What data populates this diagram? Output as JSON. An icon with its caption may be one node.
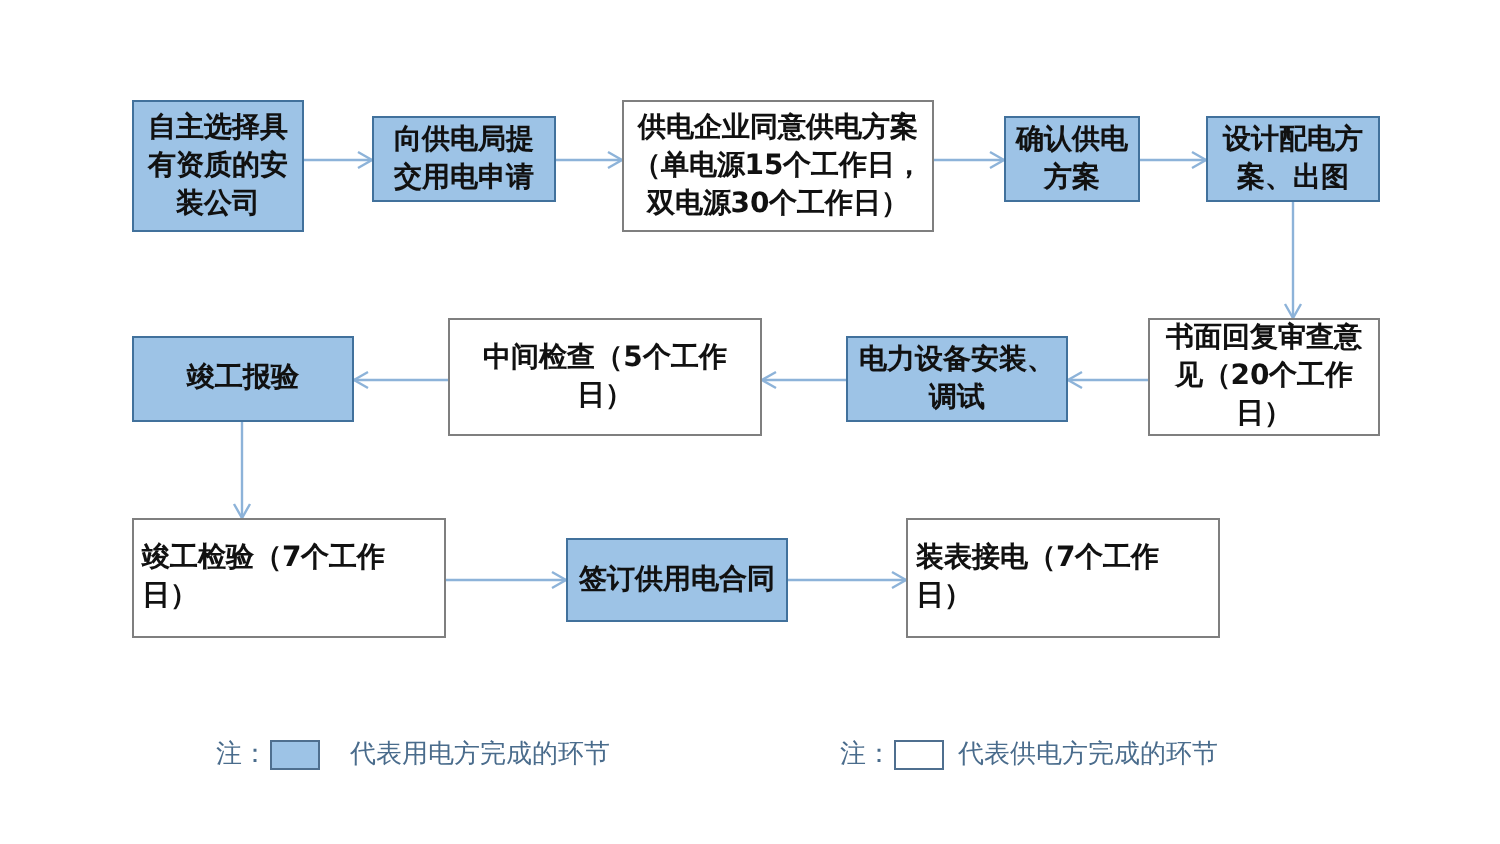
{
  "diagram": {
    "nodes": [
      {
        "text": [
          "自主选择具有资质的安装公司"
        ]
      },
      {
        "text": [
          "向供电局提交用电申请"
        ]
      },
      {
        "text": [
          "供电企业同意供电方案（单电源15个工作日，双电源30个工作日）"
        ]
      },
      {
        "text": [
          "确认供电方案"
        ]
      },
      {
        "text": [
          "设计配电方案、出图"
        ]
      },
      {
        "text": [
          "书面回复审查意见（20个工作日）"
        ]
      },
      {
        "text": [
          "电力设备安装、调试"
        ]
      },
      {
        "text": [
          "中间检查（5个工作日）"
        ]
      },
      {
        "text": [
          "竣工报验"
        ]
      },
      {
        "text": [
          "竣工检验（7个工作日）"
        ]
      },
      {
        "text": [
          "签订供用电合同"
        ]
      },
      {
        "text": [
          "装表接电（7个工作日）"
        ]
      }
    ],
    "edges": [
      {
        "from": 0,
        "to": 1,
        "arrow": "to"
      },
      {
        "from": 1,
        "to": 2,
        "arrow": "to"
      },
      {
        "from": 2,
        "to": 3,
        "arrow": "to"
      },
      {
        "from": 3,
        "to": 4,
        "arrow": "to"
      },
      {
        "from": 4,
        "to": 5,
        "arrow": "to"
      },
      {
        "from": 5,
        "to": 6,
        "arrow": "to"
      },
      {
        "from": 6,
        "to": 7,
        "arrow": "to"
      },
      {
        "from": 7,
        "to": 8,
        "arrow": "to"
      },
      {
        "from": 8,
        "to": 9,
        "arrow": "to"
      },
      {
        "from": 9,
        "to": 10,
        "arrow": "to"
      },
      {
        "from": 10,
        "to": 11,
        "arrow": "to"
      }
    ],
    "labels": [
      "注：",
      "注："
    ],
    "legend": [
      {
        "text": "代表用电方完成的环节",
        "color": "#9dc3e6"
      },
      {
        "text": "代表供电方完成的环节",
        "color": "#ffffff"
      }
    ]
  }
}
